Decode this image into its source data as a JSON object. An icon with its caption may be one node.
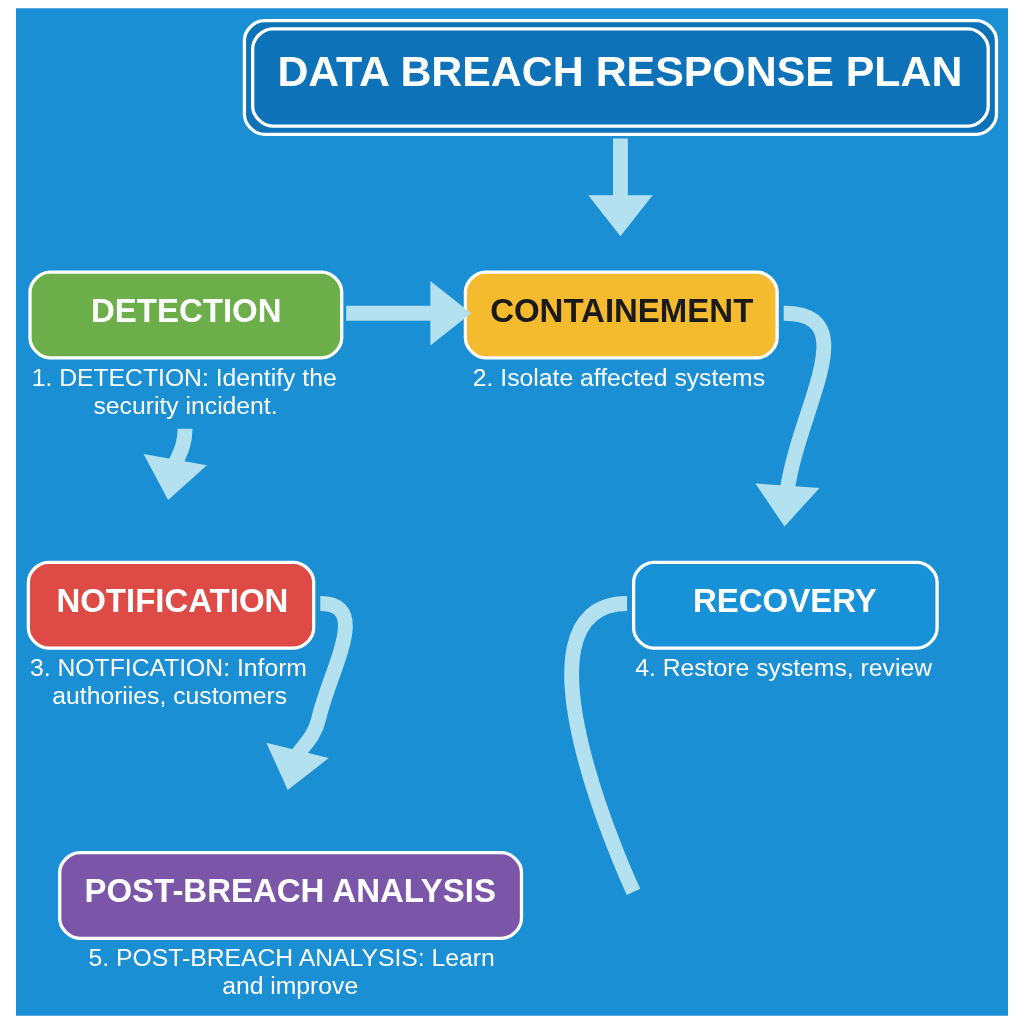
{
  "diagram": {
    "nodes": [
      {
        "text": [
          "DATA BREACH RESPONSE PLAN"
        ]
      },
      {
        "text": [
          "DETECTION"
        ],
        "beside": [
          "1. DETECTION: Identify the security incident."
        ]
      },
      {
        "text": [
          "CONTAINEMENT"
        ],
        "beside": [
          "2. Isolate affected systems"
        ]
      },
      {
        "text": [
          "NOTIFICATION"
        ],
        "beside": [
          "3. NOTFICATION: Inform authoriies, customers"
        ]
      },
      {
        "text": [
          "RECOVERY"
        ],
        "beside": [
          "4. Restore systems, review"
        ]
      },
      {
        "text": [
          "POST-BREACH ANALYSIS"
        ],
        "beside": [
          "5. POST-BREACH ANALYSIS: Learn and improve"
        ]
      }
    ],
    "edges": [
      {
        "from": 0,
        "to": 2,
        "arrow": "to"
      },
      {
        "from": 1,
        "to": 2,
        "arrow": "to"
      },
      {
        "from": 1,
        "to": 3,
        "arrow": "to"
      },
      {
        "from": 2,
        "to": 4,
        "arrow": "to"
      },
      {
        "from": 4,
        "to": null,
        "arrow": "none"
      },
      {
        "from": 3,
        "to": 5,
        "arrow": "to"
      }
    ]
  }
}
